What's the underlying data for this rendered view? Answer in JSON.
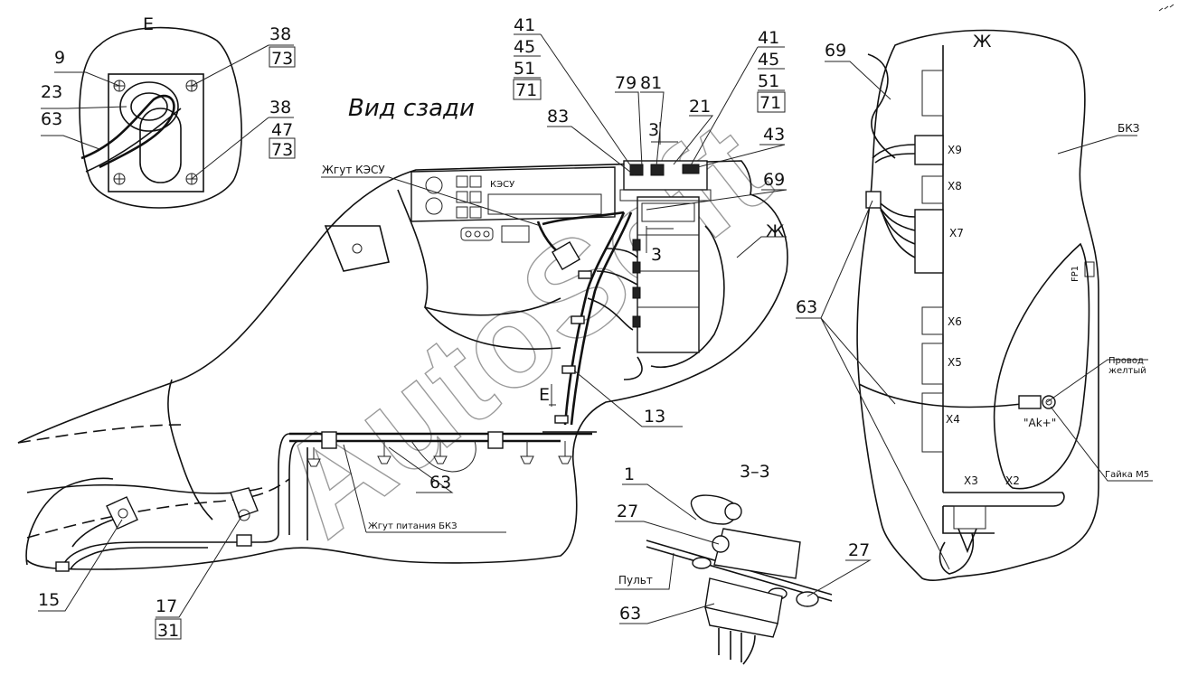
{
  "watermark": "AutoSoft",
  "views": {
    "view_e": {
      "letter": "Е"
    },
    "view_zh": {
      "letter": "Ж"
    },
    "rear_view": {
      "title": "Вид сзади"
    },
    "section_33": {
      "title": "3–3"
    }
  },
  "section_marks": {
    "top": "3",
    "middle": "3",
    "e_mark": "Е",
    "zh_mark": "Ж"
  },
  "callouts": {
    "c9": "9",
    "c23": "23",
    "c63_e": "63",
    "c38_a": "38",
    "c73_a": "73",
    "c38_b": "38",
    "c47": "47",
    "c73_b": "73",
    "c41_l": "41",
    "c45_l": "45",
    "c51_l": "51",
    "c71_l": "71",
    "c79": "79",
    "c81": "81",
    "c83": "83",
    "c21": "21",
    "c41_r": "41",
    "c45_r": "45",
    "c51_r": "51",
    "c71_r": "71",
    "c43": "43",
    "c69_main": "69",
    "c13": "13",
    "c63_main": "63",
    "c15": "15",
    "c17": "17",
    "c31": "31",
    "c1": "1",
    "c27_l": "27",
    "c27_r": "27",
    "c63_sec": "63",
    "c69_zh": "69",
    "c63_zh": "63"
  },
  "labels": {
    "harness_kesu": "Жгут КЭСУ",
    "harness_power_bkz": "Жгут питания БКЗ",
    "console": "Пульт",
    "kesu_panel": "КЭСУ",
    "bkz": "БКЗ",
    "wire_yellow_1": "Провод",
    "wire_yellow_2": "желтый",
    "ak_plus": "\"Ak+\"",
    "nut_m5": "Гайка М5",
    "fp1": "FP1"
  },
  "connectors": [
    "X9",
    "X8",
    "X7",
    "X6",
    "X5",
    "X4",
    "X3",
    "X2"
  ]
}
